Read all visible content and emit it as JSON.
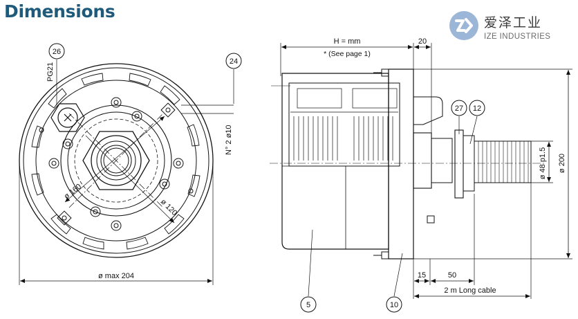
{
  "title": "Dimensions",
  "logo": {
    "chinese": "爱泽工业",
    "english": "IZE INDUSTRIES",
    "accent": "#9cb6d8"
  },
  "front_view": {
    "dim_max_diameter": "ø max 204",
    "dim_d160": "ø 160",
    "dim_d120": "ø 120",
    "gland_label": "PG21",
    "holes_label": "N° 2 ø10",
    "callouts": [
      "26",
      "24"
    ]
  },
  "side_view": {
    "dim_h": "H = mm",
    "dim_h_note": "* (See page 1)",
    "dim_20": "20",
    "dim_15": "15",
    "dim_50": "50",
    "dim_cable": "2 m Long cable",
    "dim_d200": "ø 200",
    "dim_d48": "ø 48 p1.5",
    "callouts": [
      "27",
      "12",
      "5",
      "10"
    ]
  },
  "colors": {
    "title": "#1f5a7a",
    "line": "#111111"
  }
}
